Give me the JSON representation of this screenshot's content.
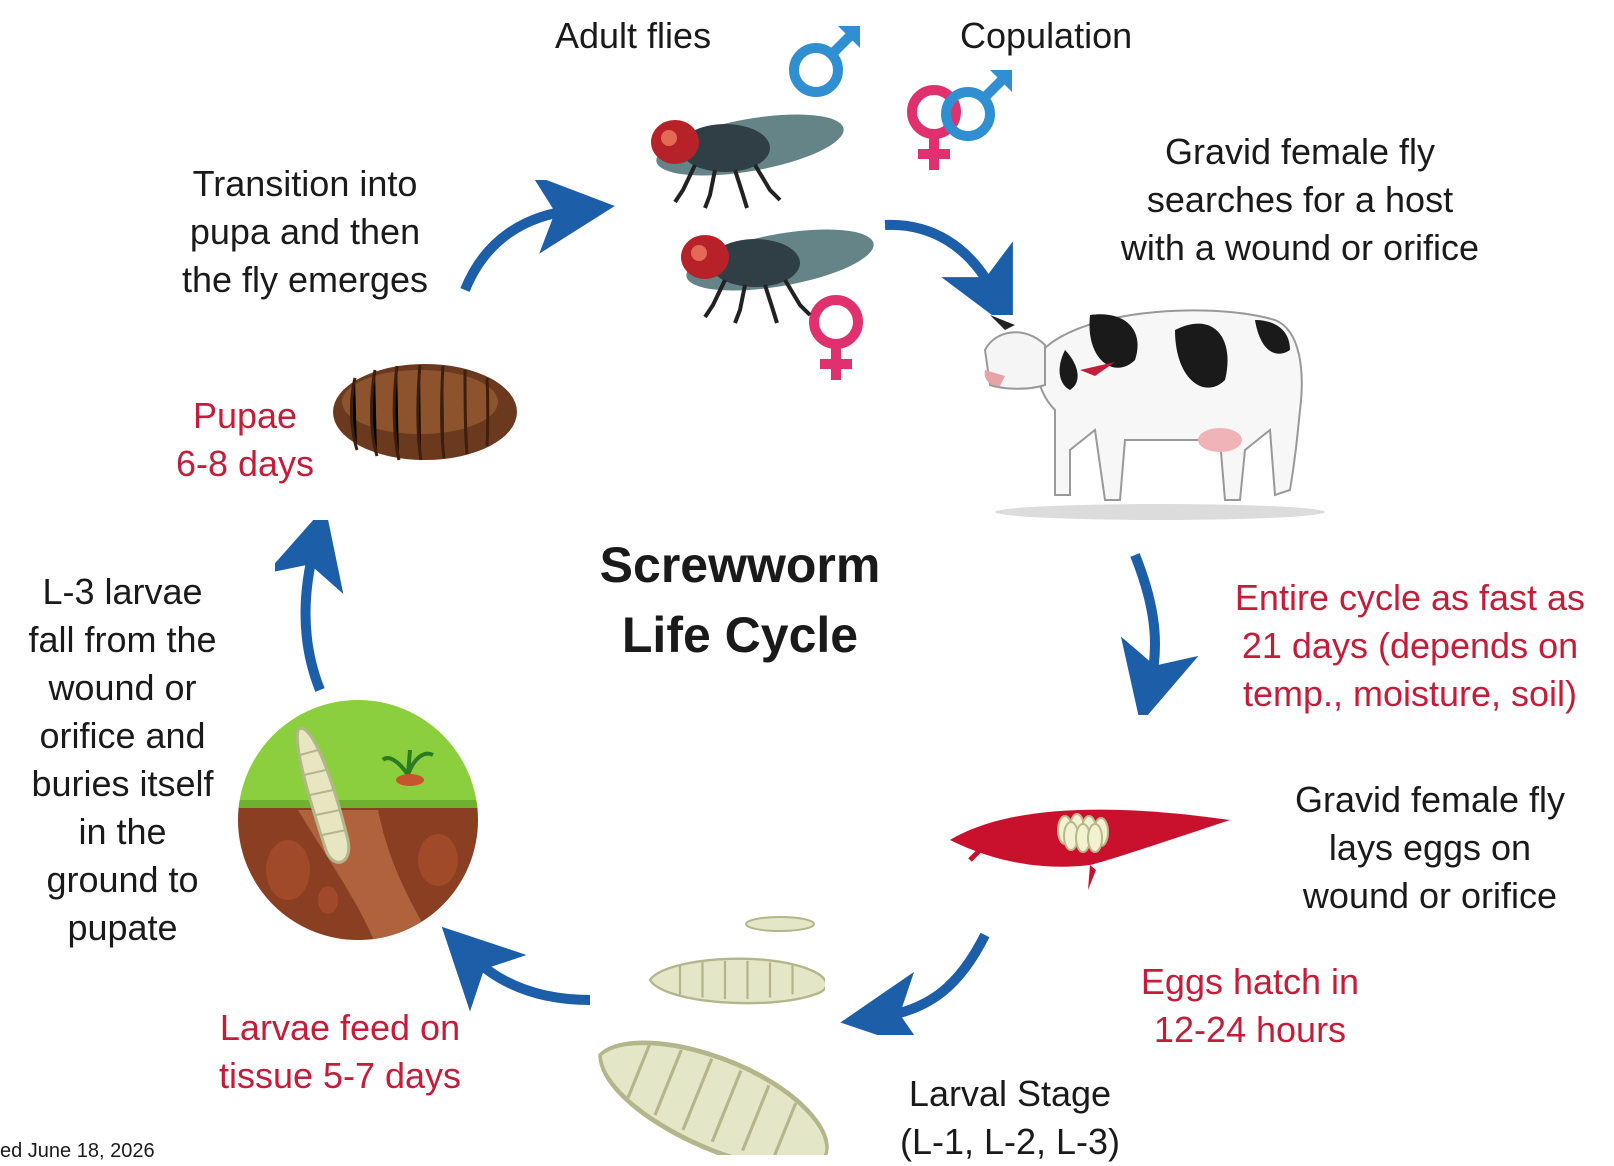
{
  "title": "Screwworm\nLife Cycle",
  "labels": {
    "adult_flies": "Adult flies",
    "copulation": "Copulation",
    "gravid_search": "Gravid female fly\nsearches for a host\nwith a wound or orifice",
    "entire_cycle": "Entire cycle as fast as\n21 days (depends on\ntemp., moisture, soil)",
    "lays_eggs": "Gravid female fly\nlays eggs on\nwound or orifice",
    "eggs_hatch": "Eggs hatch in\n12-24 hours",
    "larval_stage": "Larval Stage\n(L-1, L-2, L-3)",
    "larvae_feed": "Larvae feed on\ntissue 5-7 days",
    "l3_larvae": "L-3 larvae\nfall from the\nwound or\norifice and\nburies itself\nin the\nground to\npupate",
    "pupae": "Pupae\n6-8 days",
    "transition": "Transition into\npupa and then\nthe fly emerges",
    "footer": "ed June 18, 2026"
  },
  "colors": {
    "accent_red": "#c41d3a",
    "arrow_blue": "#1d5ea8",
    "male_blue": "#2f8fd1",
    "female_pink": "#e0306e"
  },
  "icons": [
    "male-symbol-icon",
    "female-symbol-icon",
    "copulation-symbol-icon",
    "fly-icon",
    "cow-icon",
    "wound-eggs-icon",
    "larva-icon",
    "soil-larva-icon",
    "pupa-icon",
    "cycle-arrow-icon"
  ]
}
